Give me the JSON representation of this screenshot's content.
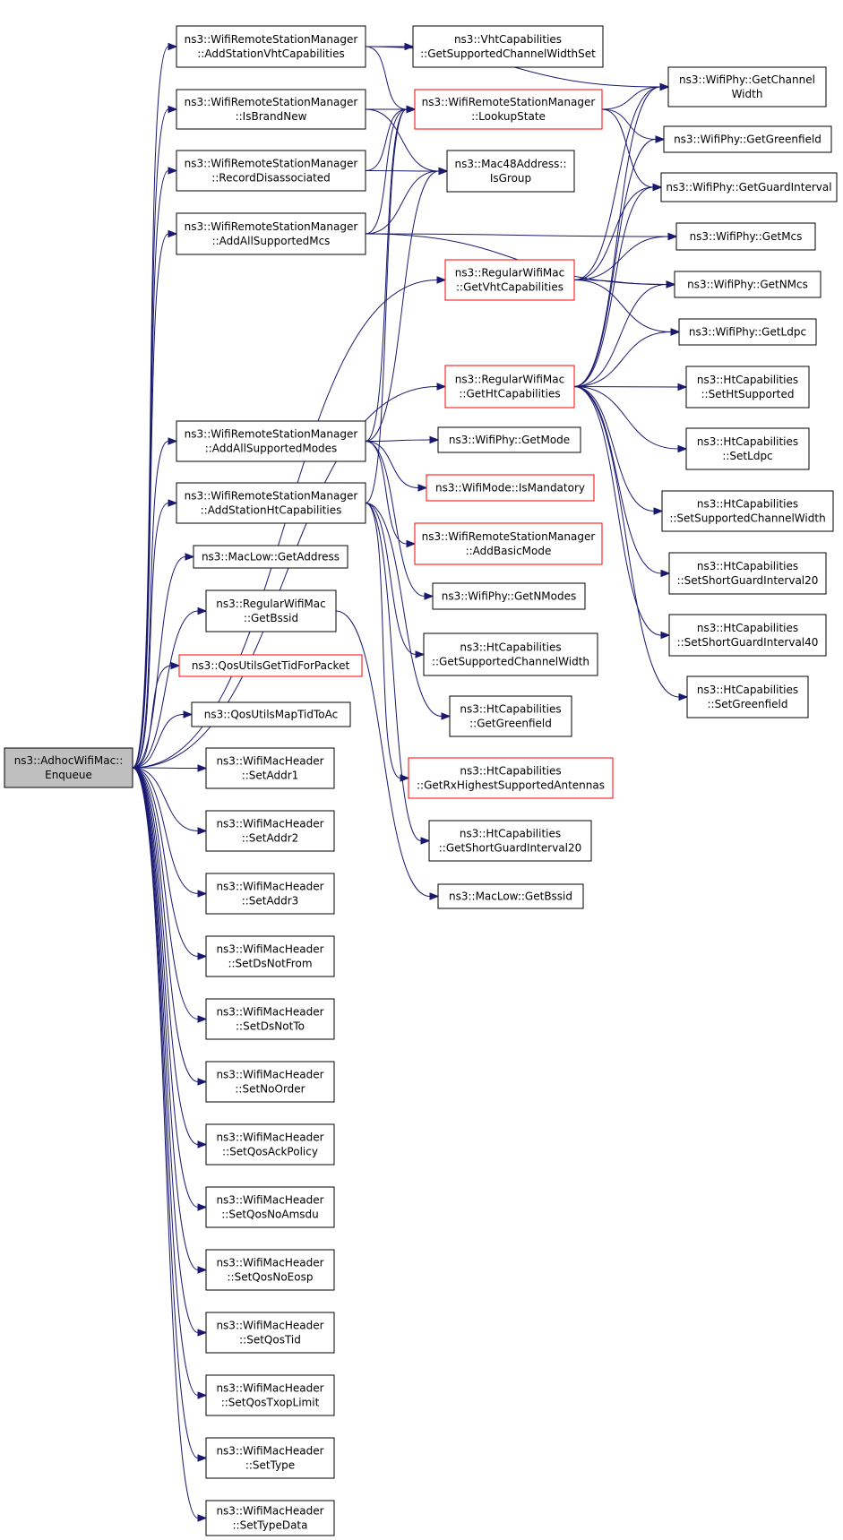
{
  "colors": {
    "edge": "#191970",
    "border_default": "#000000",
    "border_truncated": "#ff0000",
    "root_fill": "#bfbfbf",
    "node_fill": "#ffffff"
  },
  "nodes": {
    "root": {
      "lines": [
        "ns3::AdhocWifiMac::",
        "Enqueue"
      ],
      "state": "root"
    },
    "addStationVht": {
      "lines": [
        "ns3::WifiRemoteStationManager",
        "::AddStationVhtCapabilities"
      ],
      "state": "normal"
    },
    "isBrandNew": {
      "lines": [
        "ns3::WifiRemoteStationManager",
        "::IsBrandNew"
      ],
      "state": "normal"
    },
    "recordDisassoc": {
      "lines": [
        "ns3::WifiRemoteStationManager",
        "::RecordDisassociated"
      ],
      "state": "normal"
    },
    "addAllMcs": {
      "lines": [
        "ns3::WifiRemoteStationManager",
        "::AddAllSupportedMcs"
      ],
      "state": "normal"
    },
    "addAllModes": {
      "lines": [
        "ns3::WifiRemoteStationManager",
        "::AddAllSupportedModes"
      ],
      "state": "normal"
    },
    "addStationHt": {
      "lines": [
        "ns3::WifiRemoteStationManager",
        "::AddStationHtCapabilities"
      ],
      "state": "normal"
    },
    "macLowGetAddr": {
      "lines": [
        "ns3::MacLow::GetAddress"
      ],
      "state": "normal"
    },
    "rwmGetBssid": {
      "lines": [
        "ns3::RegularWifiMac",
        "::GetBssid"
      ],
      "state": "normal"
    },
    "qosGetTid": {
      "lines": [
        "ns3::QosUtilsGetTidForPacket"
      ],
      "state": "truncated"
    },
    "qosMapTid": {
      "lines": [
        "ns3::QosUtilsMapTidToAc"
      ],
      "state": "normal"
    },
    "setAddr1": {
      "lines": [
        "ns3::WifiMacHeader",
        "::SetAddr1"
      ],
      "state": "normal"
    },
    "setAddr2": {
      "lines": [
        "ns3::WifiMacHeader",
        "::SetAddr2"
      ],
      "state": "normal"
    },
    "setAddr3": {
      "lines": [
        "ns3::WifiMacHeader",
        "::SetAddr3"
      ],
      "state": "normal"
    },
    "setDsNotFrom": {
      "lines": [
        "ns3::WifiMacHeader",
        "::SetDsNotFrom"
      ],
      "state": "normal"
    },
    "setDsNotTo": {
      "lines": [
        "ns3::WifiMacHeader",
        "::SetDsNotTo"
      ],
      "state": "normal"
    },
    "setNoOrder": {
      "lines": [
        "ns3::WifiMacHeader",
        "::SetNoOrder"
      ],
      "state": "normal"
    },
    "setQosAck": {
      "lines": [
        "ns3::WifiMacHeader",
        "::SetQosAckPolicy"
      ],
      "state": "normal"
    },
    "setQosNoAmsdu": {
      "lines": [
        "ns3::WifiMacHeader",
        "::SetQosNoAmsdu"
      ],
      "state": "normal"
    },
    "setQosNoEosp": {
      "lines": [
        "ns3::WifiMacHeader",
        "::SetQosNoEosp"
      ],
      "state": "normal"
    },
    "setQosTid": {
      "lines": [
        "ns3::WifiMacHeader",
        "::SetQosTid"
      ],
      "state": "normal"
    },
    "setQosTxop": {
      "lines": [
        "ns3::WifiMacHeader",
        "::SetQosTxopLimit"
      ],
      "state": "normal"
    },
    "setType": {
      "lines": [
        "ns3::WifiMacHeader",
        "::SetType"
      ],
      "state": "normal"
    },
    "setTypeData": {
      "lines": [
        "ns3::WifiMacHeader",
        "::SetTypeData"
      ],
      "state": "normal"
    },
    "vhtGetChWidthSet": {
      "lines": [
        "ns3::VhtCapabilities",
        "::GetSupportedChannelWidthSet"
      ],
      "state": "normal"
    },
    "lookupState": {
      "lines": [
        "ns3::WifiRemoteStationManager",
        "::LookupState"
      ],
      "state": "truncated"
    },
    "isGroup": {
      "lines": [
        "ns3::Mac48Address::",
        "IsGroup"
      ],
      "state": "normal"
    },
    "getVhtCap": {
      "lines": [
        "ns3::RegularWifiMac",
        "::GetVhtCapabilities"
      ],
      "state": "truncated"
    },
    "getHtCap": {
      "lines": [
        "ns3::RegularWifiMac",
        "::GetHtCapabilities"
      ],
      "state": "truncated"
    },
    "phyGetMode": {
      "lines": [
        "ns3::WifiPhy::GetMode"
      ],
      "state": "normal"
    },
    "modeIsMandatory": {
      "lines": [
        "ns3::WifiMode::IsMandatory"
      ],
      "state": "truncated"
    },
    "addBasicMode": {
      "lines": [
        "ns3::WifiRemoteStationManager",
        "::AddBasicMode"
      ],
      "state": "truncated"
    },
    "phyGetNModes": {
      "lines": [
        "ns3::WifiPhy::GetNModes"
      ],
      "state": "normal"
    },
    "htGetSupChWidth": {
      "lines": [
        "ns3::HtCapabilities",
        "::GetSupportedChannelWidth"
      ],
      "state": "normal"
    },
    "htGetGreenfield": {
      "lines": [
        "ns3::HtCapabilities",
        "::GetGreenfield"
      ],
      "state": "normal"
    },
    "htGetRxAnt": {
      "lines": [
        "ns3::HtCapabilities",
        "::GetRxHighestSupportedAntennas"
      ],
      "state": "truncated"
    },
    "htGetSgi20": {
      "lines": [
        "ns3::HtCapabilities",
        "::GetShortGuardInterval20"
      ],
      "state": "normal"
    },
    "macLowGetBssid": {
      "lines": [
        "ns3::MacLow::GetBssid"
      ],
      "state": "normal"
    },
    "phyGetChWidth": {
      "lines": [
        "ns3::WifiPhy::GetChannel",
        "Width"
      ],
      "state": "normal"
    },
    "phyGetGreenfield": {
      "lines": [
        "ns3::WifiPhy::GetGreenfield"
      ],
      "state": "normal"
    },
    "phyGetGuardInt": {
      "lines": [
        "ns3::WifiPhy::GetGuardInterval"
      ],
      "state": "normal"
    },
    "phyGetMcs": {
      "lines": [
        "ns3::WifiPhy::GetMcs"
      ],
      "state": "normal"
    },
    "phyGetNMcs": {
      "lines": [
        "ns3::WifiPhy::GetNMcs"
      ],
      "state": "normal"
    },
    "phyGetLdpc": {
      "lines": [
        "ns3::WifiPhy::GetLdpc"
      ],
      "state": "normal"
    },
    "htSetHtSup": {
      "lines": [
        "ns3::HtCapabilities",
        "::SetHtSupported"
      ],
      "state": "normal"
    },
    "htSetLdpc": {
      "lines": [
        "ns3::HtCapabilities",
        "::SetLdpc"
      ],
      "state": "normal"
    },
    "htSetSupChWidth": {
      "lines": [
        "ns3::HtCapabilities",
        "::SetSupportedChannelWidth"
      ],
      "state": "normal"
    },
    "htSetSgi20": {
      "lines": [
        "ns3::HtCapabilities",
        "::SetShortGuardInterval20"
      ],
      "state": "normal"
    },
    "htSetSgi40": {
      "lines": [
        "ns3::HtCapabilities",
        "::SetShortGuardInterval40"
      ],
      "state": "normal"
    },
    "htSetGreenfield": {
      "lines": [
        "ns3::HtCapabilities",
        "::SetGreenfield"
      ],
      "state": "normal"
    }
  },
  "edges": [
    [
      "root",
      "addStationVht"
    ],
    [
      "root",
      "isBrandNew"
    ],
    [
      "root",
      "recordDisassoc"
    ],
    [
      "root",
      "addAllMcs"
    ],
    [
      "root",
      "getVhtCap"
    ],
    [
      "root",
      "getHtCap"
    ],
    [
      "root",
      "addAllModes"
    ],
    [
      "root",
      "addStationHt"
    ],
    [
      "root",
      "macLowGetAddr"
    ],
    [
      "root",
      "rwmGetBssid"
    ],
    [
      "root",
      "qosGetTid"
    ],
    [
      "root",
      "qosMapTid"
    ],
    [
      "root",
      "setAddr1"
    ],
    [
      "root",
      "setAddr2"
    ],
    [
      "root",
      "setAddr3"
    ],
    [
      "root",
      "setDsNotFrom"
    ],
    [
      "root",
      "setDsNotTo"
    ],
    [
      "root",
      "setNoOrder"
    ],
    [
      "root",
      "setQosAck"
    ],
    [
      "root",
      "setQosNoAmsdu"
    ],
    [
      "root",
      "setQosNoEosp"
    ],
    [
      "root",
      "setQosTid"
    ],
    [
      "root",
      "setQosTxop"
    ],
    [
      "root",
      "setType"
    ],
    [
      "root",
      "setTypeData"
    ],
    [
      "addStationVht",
      "phyGetChWidth"
    ],
    [
      "addStationVht",
      "vhtGetChWidthSet"
    ],
    [
      "addStationVht",
      "lookupState"
    ],
    [
      "isBrandNew",
      "lookupState"
    ],
    [
      "isBrandNew",
      "isGroup"
    ],
    [
      "recordDisassoc",
      "lookupState"
    ],
    [
      "recordDisassoc",
      "isGroup"
    ],
    [
      "addAllMcs",
      "lookupState"
    ],
    [
      "addAllMcs",
      "isGroup"
    ],
    [
      "addAllMcs",
      "phyGetMcs"
    ],
    [
      "addAllMcs",
      "phyGetNMcs"
    ],
    [
      "lookupState",
      "phyGetChWidth"
    ],
    [
      "lookupState",
      "phyGetGreenfield"
    ],
    [
      "lookupState",
      "phyGetGuardInt"
    ],
    [
      "getVhtCap",
      "phyGetGuardInt"
    ],
    [
      "getVhtCap",
      "phyGetMcs"
    ],
    [
      "getVhtCap",
      "phyGetNMcs"
    ],
    [
      "getVhtCap",
      "phyGetLdpc"
    ],
    [
      "getVhtCap",
      "phyGetChWidth"
    ],
    [
      "getHtCap",
      "phyGetChWidth"
    ],
    [
      "getHtCap",
      "phyGetGreenfield"
    ],
    [
      "getHtCap",
      "phyGetGuardInt"
    ],
    [
      "getHtCap",
      "phyGetNMcs"
    ],
    [
      "getHtCap",
      "phyGetLdpc"
    ],
    [
      "getHtCap",
      "htSetHtSup"
    ],
    [
      "getHtCap",
      "htSetLdpc"
    ],
    [
      "getHtCap",
      "htSetSupChWidth"
    ],
    [
      "getHtCap",
      "htSetSgi20"
    ],
    [
      "getHtCap",
      "htSetSgi40"
    ],
    [
      "getHtCap",
      "htSetGreenfield"
    ],
    [
      "addAllModes",
      "lookupState"
    ],
    [
      "addAllModes",
      "isGroup"
    ],
    [
      "addAllModes",
      "phyGetMode"
    ],
    [
      "addAllModes",
      "modeIsMandatory"
    ],
    [
      "addAllModes",
      "addBasicMode"
    ],
    [
      "addAllModes",
      "phyGetNModes"
    ],
    [
      "addStationHt",
      "lookupState"
    ],
    [
      "addStationHt",
      "htGetSupChWidth"
    ],
    [
      "addStationHt",
      "htGetGreenfield"
    ],
    [
      "addStationHt",
      "htGetRxAnt"
    ],
    [
      "addStationHt",
      "htGetSgi20"
    ],
    [
      "rwmGetBssid",
      "macLowGetBssid"
    ]
  ]
}
